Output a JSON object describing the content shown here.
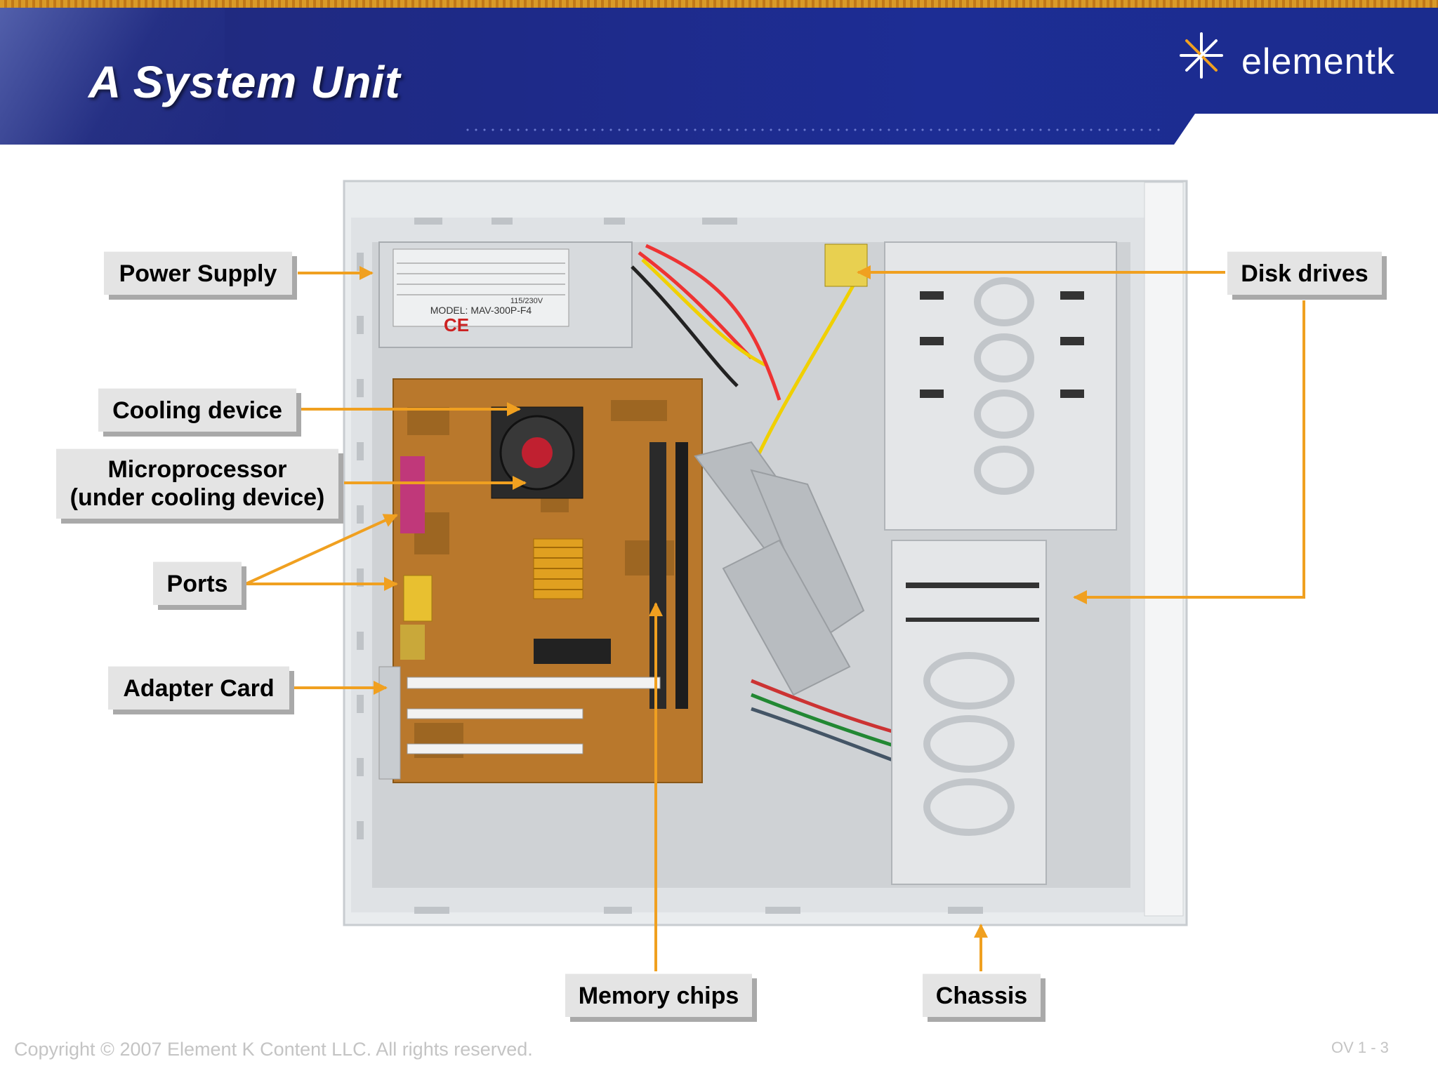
{
  "slide": {
    "title": "A System Unit",
    "logo_text": "elementk",
    "logo_icon": "starburst-logo-icon"
  },
  "callouts": {
    "power_supply": "Power Supply",
    "cooling_device": "Cooling device",
    "microprocessor_line1": "Microprocessor",
    "microprocessor_line2": "(under cooling device)",
    "ports": "Ports",
    "adapter_card": "Adapter Card",
    "disk_drives": "Disk drives",
    "memory_chips": "Memory chips",
    "chassis": "Chassis"
  },
  "photo": {
    "psu_model": "MODEL: MAV-300P-F4",
    "psu_voltage": "115/230V"
  },
  "footer": {
    "copyright": "Copyright © 2007 Element K Content LLC. All rights reserved.",
    "page_number": "OV 1 - 3"
  },
  "colors": {
    "banner": "#1e2a88",
    "accent_stripe": "#d99a28",
    "arrow": "#f0a020",
    "callout_fill": "#e4e4e4",
    "callout_shadow": "#a9a9a9"
  }
}
